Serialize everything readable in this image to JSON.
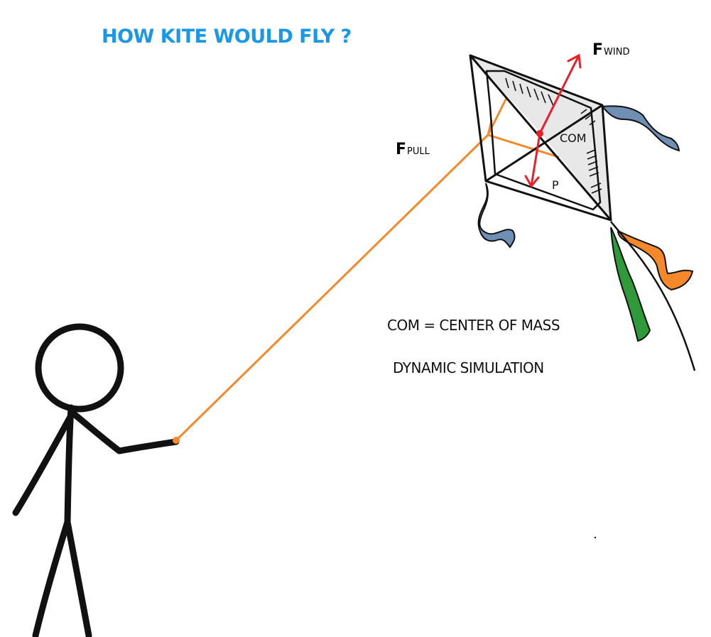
{
  "title": "HOW KITE WOULD FLY ?",
  "forces": {
    "wind": {
      "main": "F",
      "sub": "WIND"
    },
    "pull": {
      "main": "F",
      "sub": "PULL"
    }
  },
  "kite_labels": {
    "com": "COM",
    "p": "P"
  },
  "legend": {
    "com_definition": "COM = CENTER OF MASS",
    "simulation": "DYNAMIC SIMULATION"
  },
  "colors": {
    "title": "#1a97e6",
    "pull_string": "#f5892a",
    "wind_force": "#e8202a",
    "tail_blue": "#6f8fb5",
    "tail_green": "#2f9a3a",
    "tail_orange": "#f5892a",
    "ink": "#111111"
  }
}
